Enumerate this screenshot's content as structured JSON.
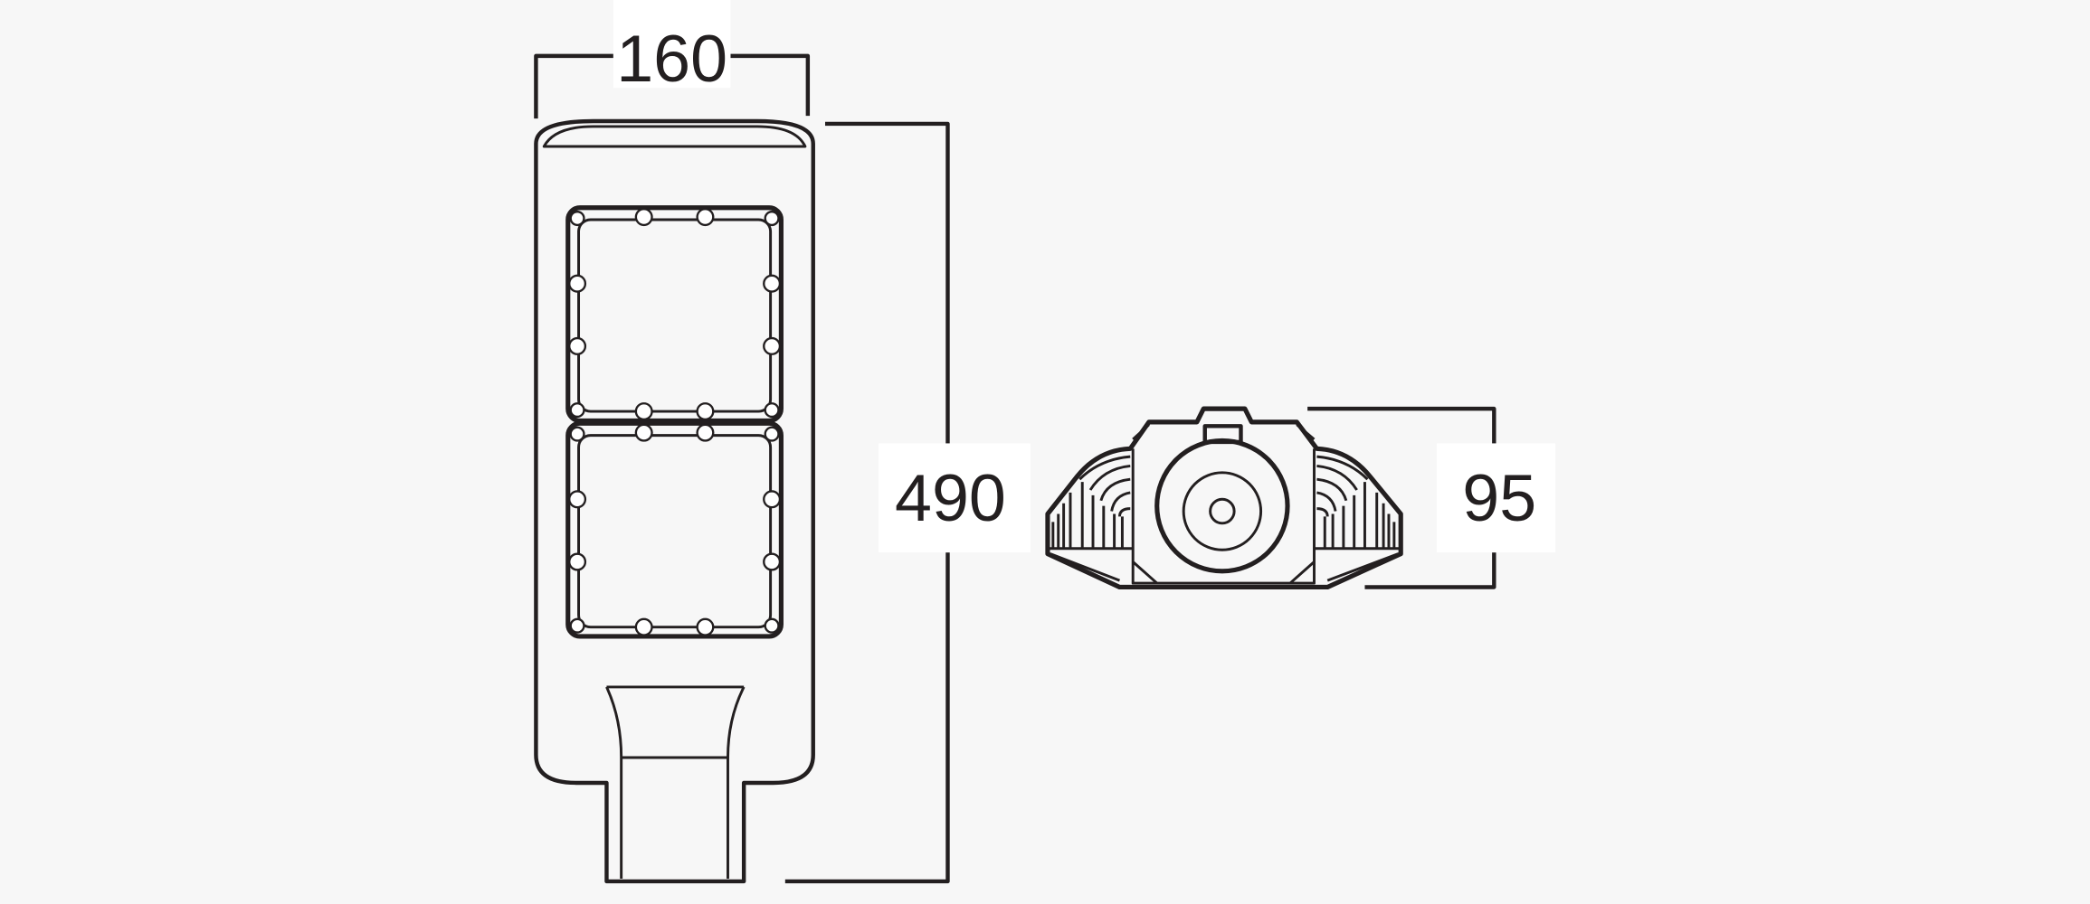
{
  "drawing": {
    "dimensions": {
      "width": "160",
      "length": "490",
      "height": "95"
    },
    "colors": {
      "line": "#231f20",
      "background": "#f7f7f7",
      "label_bg": "#ffffff"
    }
  }
}
